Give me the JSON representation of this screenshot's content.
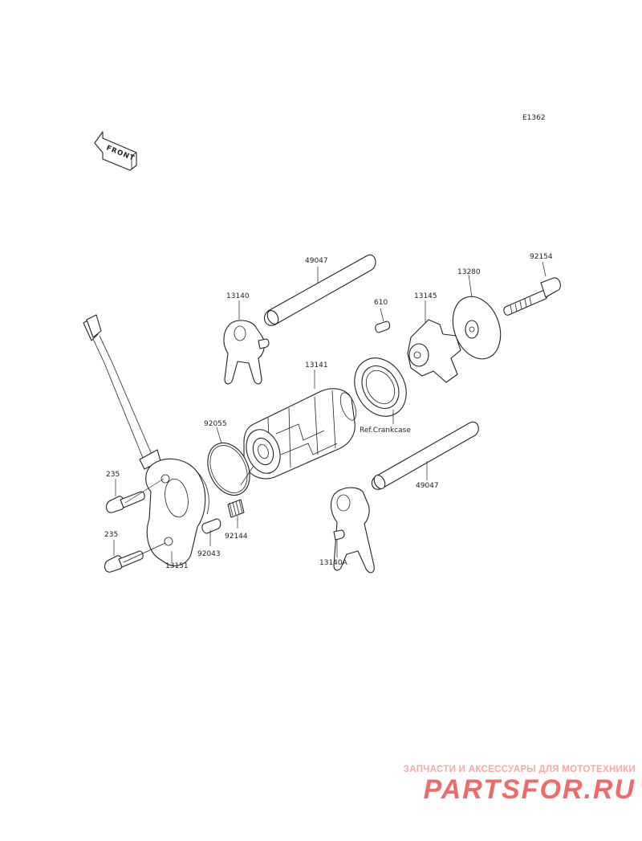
{
  "diagram": {
    "code": "E1362",
    "front_label": "FRONT",
    "labels": [
      {
        "id": "49047_top",
        "text": "49047"
      },
      {
        "id": "13140",
        "text": "13140"
      },
      {
        "id": "610",
        "text": "610"
      },
      {
        "id": "13145",
        "text": "13145"
      },
      {
        "id": "13280",
        "text": "13280"
      },
      {
        "id": "92154",
        "text": "92154"
      },
      {
        "id": "13141",
        "text": "13141"
      },
      {
        "id": "ref_crankcase",
        "text": "Ref.Crankcase"
      },
      {
        "id": "92055",
        "text": "92055"
      },
      {
        "id": "49047_bottom",
        "text": "49047"
      },
      {
        "id": "235_top",
        "text": "235"
      },
      {
        "id": "235_bottom",
        "text": "235"
      },
      {
        "id": "92144",
        "text": "92144"
      },
      {
        "id": "92043",
        "text": "92043"
      },
      {
        "id": "13151",
        "text": "13151"
      },
      {
        "id": "13140A",
        "text": "13140A"
      }
    ]
  },
  "watermark": {
    "tagline": "ЗАПЧАСТИ И АКСЕССУАРЫ ДЛЯ МОТОТЕХНИКИ",
    "logo": "PARTSFOR.RU"
  },
  "colors": {
    "line": "#222222",
    "background": "#ffffff",
    "watermark_light": "#f4a8a8",
    "watermark_logo": "#f06a6a"
  }
}
